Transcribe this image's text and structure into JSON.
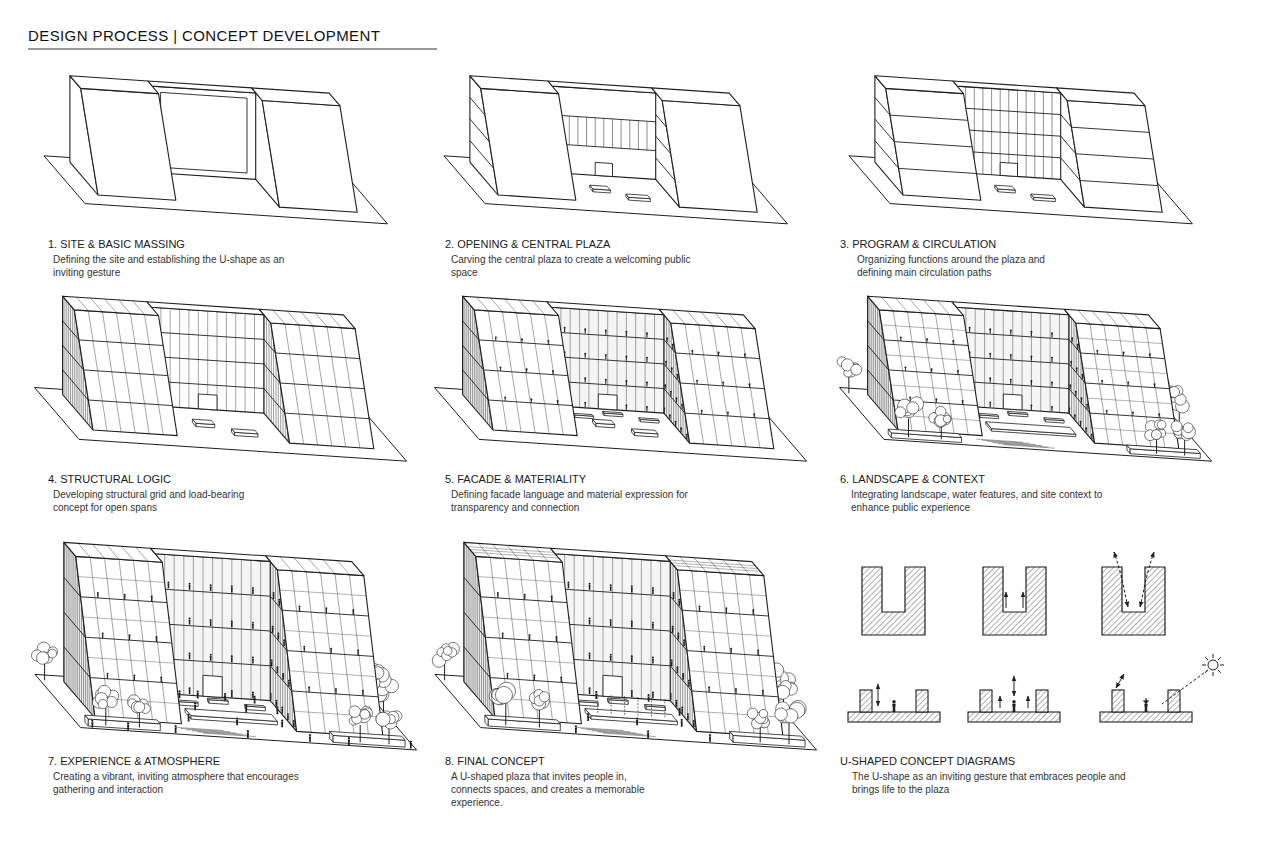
{
  "diagram": {
    "title": "DESIGN PROCESS | CONCEPT DEVELOPMENT",
    "labels": [
      "1. SITE & BASIC MASSING",
      "Defining the site and establishing the U-shape as an inviting gesture",
      "2. OPENING & CENTRAL PLAZA",
      "Carving the central plaza to create a welcoming public space",
      "3. PROGRAM & CIRCULATION",
      "Organizing functions around the plaza and defining main circulation paths",
      "4. STRUCTURAL LOGIC",
      "Developing structural grid and load-bearing concept for open spans",
      "5. FACADE & MATERIALITY",
      "Defining facade language and material expression for transparency and connection",
      "6. LANDSCAPE & CONTEXT",
      "Integrating landscape, water features, and site context to enhance public experience",
      "7. EXPERIENCE & ATMOSPHERE",
      "Creating a vibrant, inviting atmosphere that encourages gathering and interaction",
      "8. FINAL CONCEPT",
      "A U-shaped plaza that invites people in, connects spaces, and creates a memorable experience.",
      "U-SHAPED CONCEPT DIAGRAMS",
      "The U-shape as an inviting gesture that embraces people and brings life to the plaza"
    ]
  }
}
